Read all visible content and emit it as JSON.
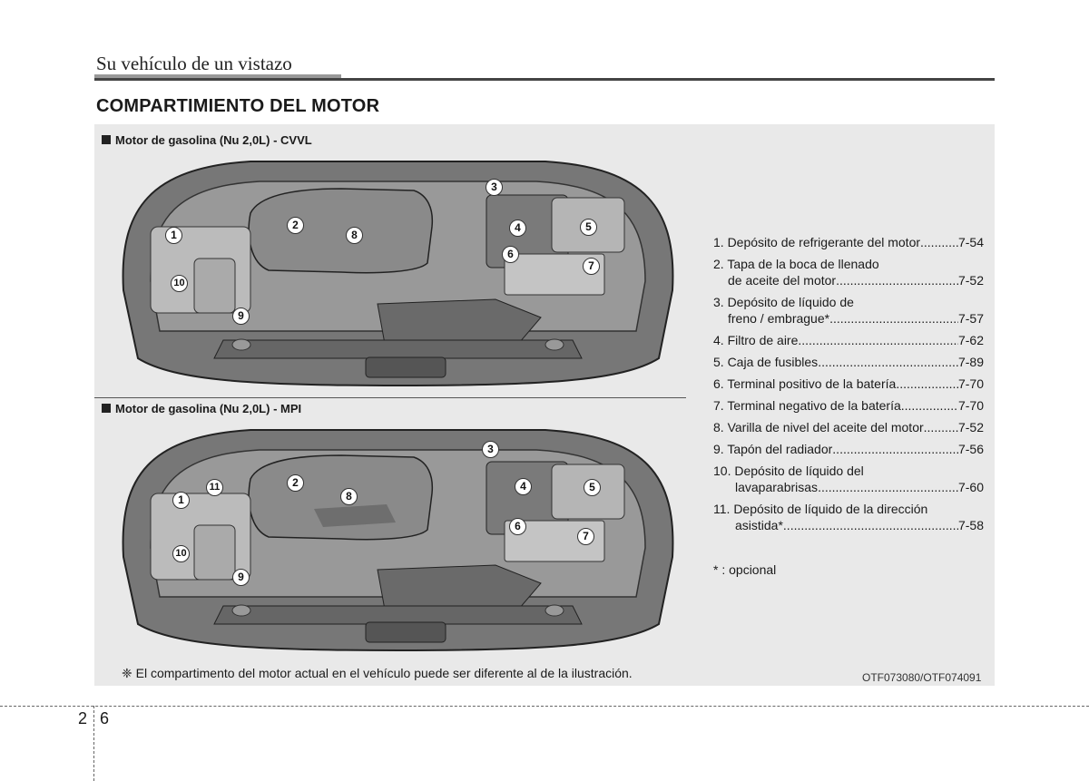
{
  "header": {
    "title": "Su vehículo de un vistazo"
  },
  "section": {
    "title": "COMPARTIMIENTO DEL MOTOR"
  },
  "figures": [
    {
      "heading": "Motor de gasolina (Nu 2,0L) - CVVL",
      "callouts": [
        "1",
        "2",
        "3",
        "4",
        "5",
        "6",
        "7",
        "8",
        "9",
        "10"
      ]
    },
    {
      "heading": "Motor de gasolina (Nu 2,0L) - MPI",
      "callouts": [
        "1",
        "2",
        "3",
        "4",
        "5",
        "6",
        "7",
        "8",
        "9",
        "10",
        "11"
      ]
    }
  ],
  "legend": [
    {
      "lines": [
        "1. Depósito de refrigerante del motor"
      ],
      "page": "7-54"
    },
    {
      "lines": [
        "2. Tapa de la boca de llenado",
        "de aceite del motor"
      ],
      "page": "7-52"
    },
    {
      "lines": [
        "3. Depósito de líquido de",
        "freno / embrague*"
      ],
      "page": "7-57"
    },
    {
      "lines": [
        "4. Filtro de aire"
      ],
      "page": "7-62"
    },
    {
      "lines": [
        "5. Caja de fusibles"
      ],
      "page": "7-89"
    },
    {
      "lines": [
        "6. Terminal positivo de la batería"
      ],
      "page": "7-70"
    },
    {
      "lines": [
        "7. Terminal negativo de la batería"
      ],
      "page": "7-70"
    },
    {
      "lines": [
        "8. Varilla de nivel del aceite del motor"
      ],
      "page": "7-52"
    },
    {
      "lines": [
        "9. Tapón del radiador"
      ],
      "page": "7-56"
    },
    {
      "lines": [
        "10. Depósito de líquido del",
        "lavaparabrisas"
      ],
      "page": "7-60"
    },
    {
      "lines": [
        "11. Depósito de líquido de la dirección",
        "asistida*"
      ],
      "page": "7-58"
    }
  ],
  "optional_note": "* : opcional",
  "note": "❈ El compartimento del motor actual en el vehículo puede ser diferente al de la ilustración.",
  "image_code": "OTF073080/OTF074091",
  "page": {
    "chapter": "2",
    "number": "6"
  }
}
